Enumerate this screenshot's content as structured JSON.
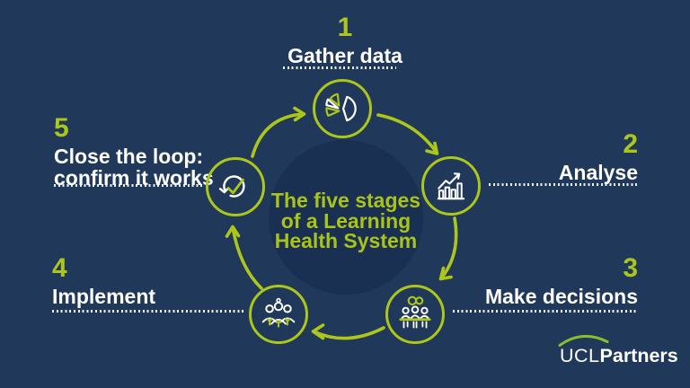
{
  "center": {
    "line1": "The five stages",
    "line2": "of a Learning",
    "line3": "Health System"
  },
  "stages": [
    {
      "number": "1",
      "label": "Gather data",
      "icon": "pie-chart-icon"
    },
    {
      "number": "2",
      "label": "Analyse",
      "icon": "bar-chart-trend-icon"
    },
    {
      "number": "3",
      "label": "Make decisions",
      "icon": "meeting-discussion-icon"
    },
    {
      "number": "4",
      "label": "Implement",
      "icon": "care-team-icon"
    },
    {
      "number": "5",
      "label_line1": "Close the loop:",
      "label_line2": "confirm it works",
      "icon": "loop-check-icon"
    }
  ],
  "logo": {
    "ucl": "UCL",
    "partners": "Partners"
  },
  "colors": {
    "background": "#20395B",
    "center_circle": "#1A3053",
    "lime_accent": "#ACC61A",
    "text_white": "#FFFFFF"
  }
}
